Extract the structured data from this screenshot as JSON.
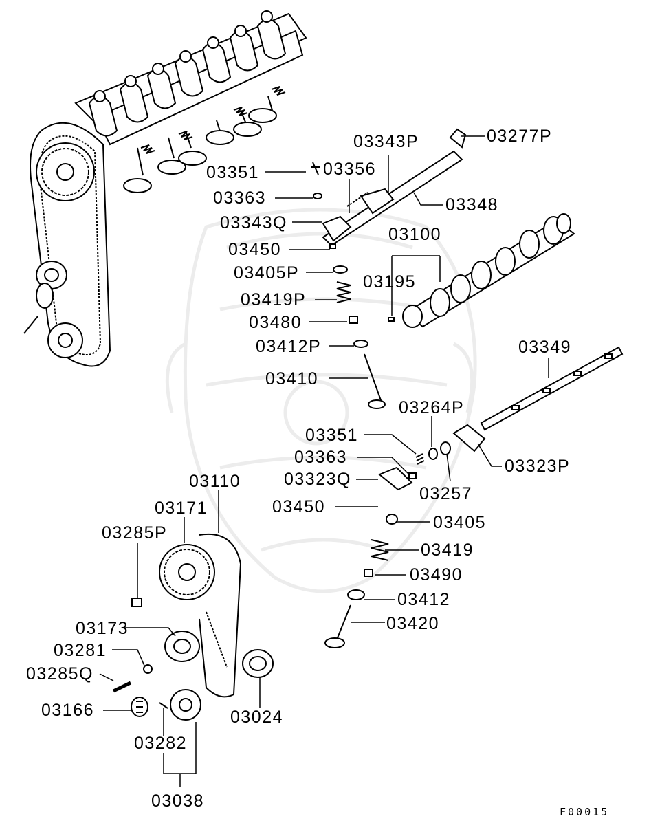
{
  "diagram": {
    "figure_code": "F00015",
    "part_labels": {
      "p03343P": "03343P",
      "p03277P": "03277P",
      "p03351a": "03351",
      "p03356": "03356",
      "p03363a": "03363",
      "p03348": "03348",
      "p03343Q": "03343Q",
      "p03100": "03100",
      "p03450a": "03450",
      "p03405P": "03405P",
      "p03195": "03195",
      "p03419P": "03419P",
      "p03480": "03480",
      "p03412P": "03412P",
      "p03349": "03349",
      "p03410": "03410",
      "p03264P": "03264P",
      "p03351b": "03351",
      "p03363b": "03363",
      "p03323P": "03323P",
      "p03323Q": "03323Q",
      "p03257": "03257",
      "p03110": "03110",
      "p03450b": "03450",
      "p03405": "03405",
      "p03171": "03171",
      "p03285P": "03285P",
      "p03419": "03419",
      "p03490": "03490",
      "p03412": "03412",
      "p03420": "03420",
      "p03173": "03173",
      "p03281": "03281",
      "p03285Q": "03285Q",
      "p03166": "03166",
      "p03024": "03024",
      "p03282": "03282",
      "p03038": "03038"
    },
    "colors": {
      "ink": "#000000",
      "paper": "#ffffff",
      "watermark": "#ececec"
    }
  }
}
